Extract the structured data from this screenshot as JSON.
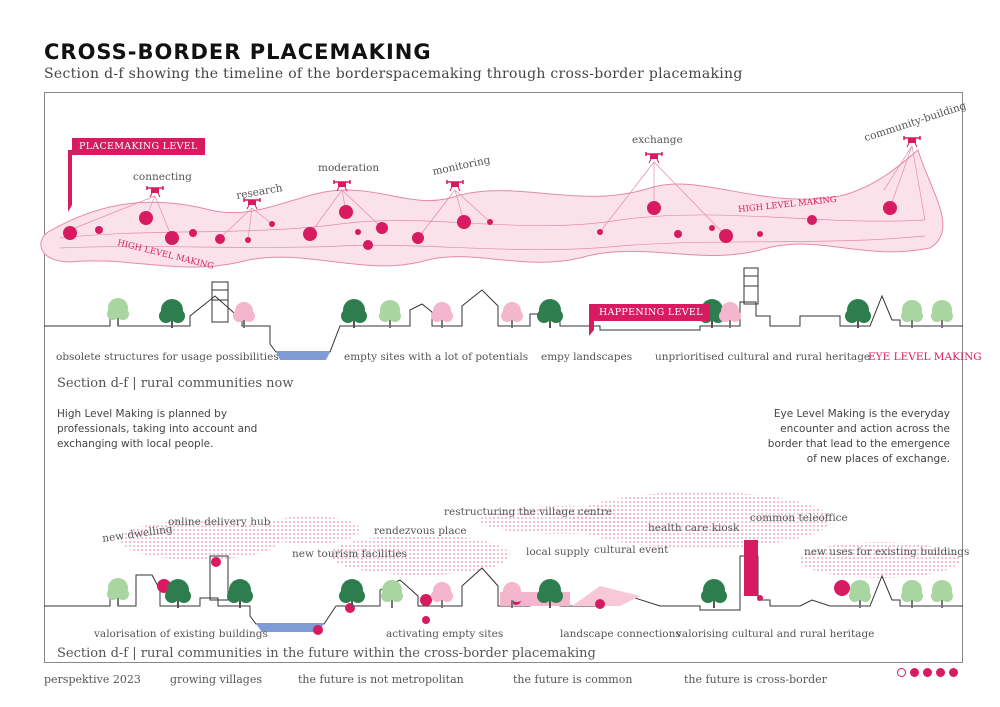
{
  "header": {
    "title": "CROSS-BORDER PLACEMAKING",
    "subtitle": "Section d-f showing the timeline of the borderspacemaking through cross-border placemaking"
  },
  "colors": {
    "accent": "#d81b60",
    "light_accent": "#f8c8d8",
    "tree_green": "#2e7d4f",
    "light_green": "#a8d5a0",
    "water": "#7f9bd6"
  },
  "top_section": {
    "tag": "PLACEMAKING LEVEL",
    "drones": [
      "connecting",
      "research",
      "moderation",
      "monitoring",
      "exchange",
      "community-building"
    ],
    "high_level_label_1": "HIGH LEVEL MAKING",
    "high_level_label_2": "HIGH LEVEL MAKING"
  },
  "now_section": {
    "tag": "HAPPENING LEVEL",
    "labels": [
      "obsolete structures for usage possibilities",
      "empty sites with a lot of potentials",
      "empy landscapes",
      "unprioritised cultural and rural heritage"
    ],
    "eye_level": "EYE LEVEL MAKING",
    "section_title": "Section d-f | rural communities now",
    "desc_left": "High Level Making is planned by professionals, taking into account and exchanging with local people.",
    "desc_right": "Eye Level Making is the everyday encounter and action across the border that lead to the emergence of new places of exchange."
  },
  "future_section": {
    "top_labels": [
      "new dwelling",
      "online delivery hub",
      "new tourism facilities",
      "rendezvous place",
      "restructuring the village centre",
      "local supply",
      "cultural event",
      "health care kiosk",
      "common teleoffice",
      "new uses for existing buildings"
    ],
    "bottom_labels": [
      "valorisation of existing buildings",
      "activating empty sites",
      "landscape connections",
      "valorising cultural and rural heritage"
    ],
    "section_title": "Section d-f | rural communities in the future within the cross-border placemaking"
  },
  "footer": {
    "items": [
      "perspektive 2023",
      "growing villages",
      "the future is not metropolitan",
      "the future is common",
      "the future is cross-border"
    ],
    "page_dots": 5,
    "active_dot": 0
  }
}
